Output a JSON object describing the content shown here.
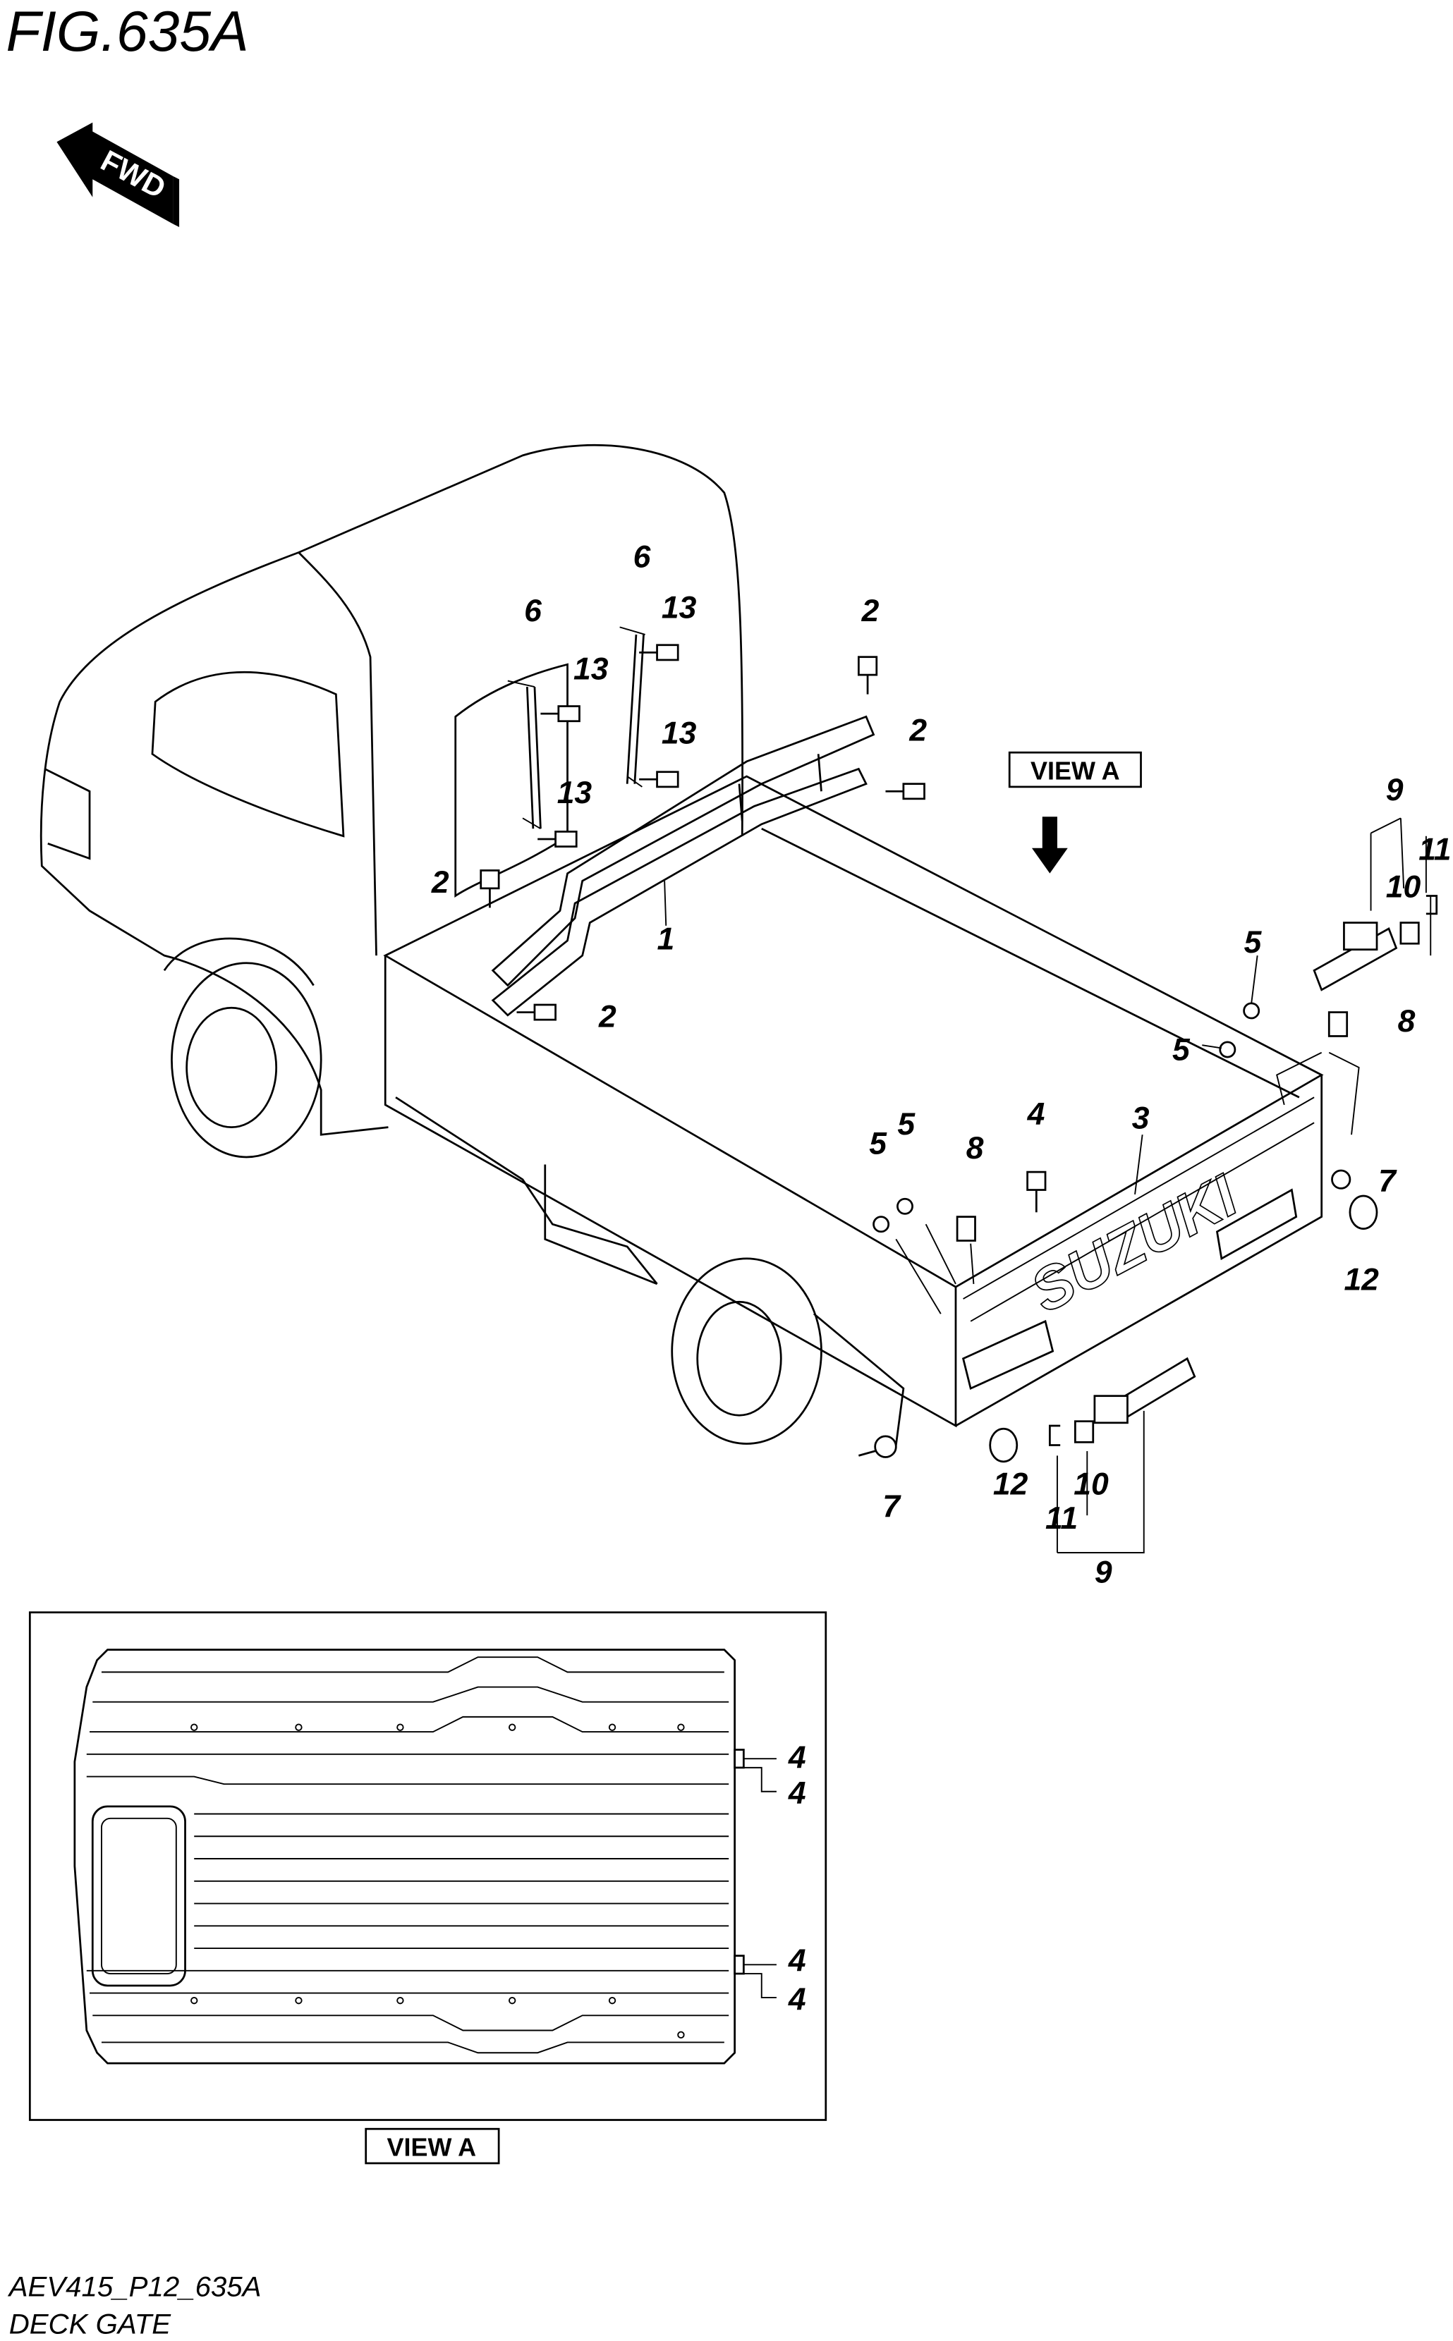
{
  "figure": {
    "title": "FIG.635A",
    "fwd_label": "FWD",
    "view_label": "VIEW A",
    "detail_label": "VIEW A",
    "code": "AEV415_P12_635A",
    "caption": "DECK GATE"
  },
  "callouts": {
    "c1": "1",
    "c2a": "2",
    "c2b": "2",
    "c2c": "2",
    "c2d": "2",
    "c3": "3",
    "c4": "4",
    "c5a": "5",
    "c5b": "5",
    "c5c": "5",
    "c5d": "5",
    "c6a": "6",
    "c6b": "6",
    "c7a": "7",
    "c7b": "7",
    "c8a": "8",
    "c8b": "8",
    "c9a": "9",
    "c9b": "9",
    "c10a": "10",
    "c10b": "10",
    "c11a": "11",
    "c11b": "11",
    "c12a": "12",
    "c12b": "12",
    "c13a": "13",
    "c13b": "13",
    "c13c": "13",
    "c13d": "13",
    "v4a": "4",
    "v4b": "4",
    "v4c": "4",
    "v4d": "4"
  }
}
